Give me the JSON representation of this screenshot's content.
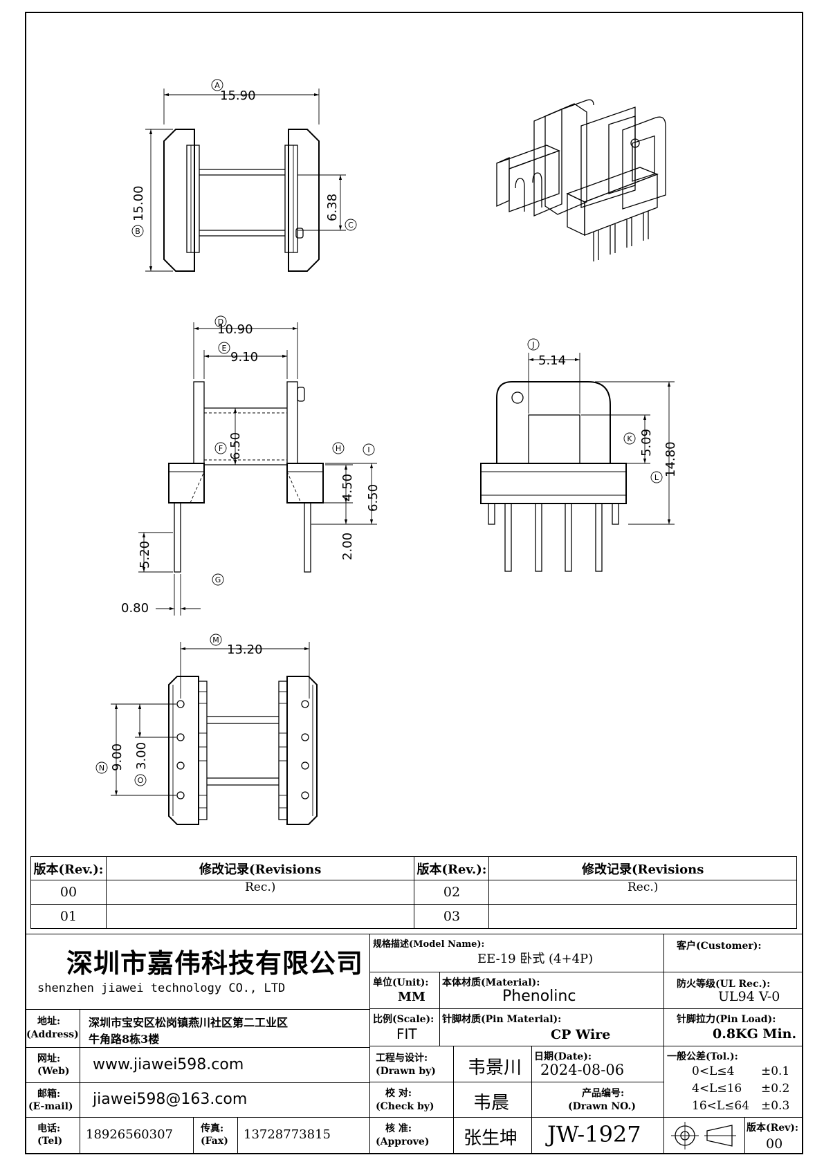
{
  "drawing": {
    "dims": {
      "A": "15.90",
      "B": "15.00",
      "C": "6.38",
      "D": "10.90",
      "E": "9.10",
      "F": "6.50",
      "H": "4.50",
      "I": "6.50",
      "G_left": "5.20",
      "G_right": "2.00",
      "pin_w": "0.80",
      "J": "5.14",
      "K": "5.09",
      "L": "14.80",
      "M": "13.20",
      "N": "9.00",
      "O": "3.00"
    },
    "callouts": [
      "A",
      "B",
      "C",
      "D",
      "E",
      "F",
      "G",
      "H",
      "I",
      "J",
      "K",
      "L",
      "M",
      "N",
      "O"
    ]
  },
  "revisions": {
    "col_rev": "版本(Rev.):",
    "col_record": "修改记录(Revisions",
    "rows": [
      {
        "rev_left": "00",
        "rec_left": "Rec.)",
        "rev_right": "02",
        "rec_right": "Rec.)"
      },
      {
        "rev_left": "01",
        "rec_left": "",
        "rev_right": "03",
        "rec_right": ""
      }
    ]
  },
  "title_block": {
    "company_cn": "深圳市嘉伟科技有限公司",
    "company_en": "shenzhen  jiawei  technology  CO., LTD",
    "address_label": "地址:",
    "address_label_en": "(Address)",
    "address_line1": "深圳市宝安区松岗镇燕川社区第二工业区",
    "address_line2": "牛角路8栋3楼",
    "web_label": "网址:",
    "web_label_en": "(Web)",
    "web": "www.jiawei598.com",
    "email_label": "邮箱:",
    "email_label_en": "(E-mail)",
    "email": "jiawei598@163.com",
    "tel_label": "电话:",
    "tel_label_en": "(Tel)",
    "tel": "18926560307",
    "fax_label": "传真:",
    "fax_label_en": "(Fax)",
    "fax": "13728773815",
    "model_label": "规格描述(Model Name):",
    "model": "EE-19 卧式 (4+4P)",
    "customer_label": "客户(Customer):",
    "unit_label": "单位(Unit):",
    "unit": "MM",
    "material_label": "本体材质(Material):",
    "material": "Phenolinc",
    "ul_label": "防火等级(UL Rec.):",
    "ul": "UL94 V-0",
    "scale_label": "比例(Scale):",
    "scale": "FIT",
    "pin_material_label": "针脚材质(Pin Material):",
    "pin_material": "CP Wire",
    "pin_load_label": "针脚拉力(Pin Load):",
    "pin_load": "0.8KG Min.",
    "drawn_label": "工程与设计:",
    "drawn_label_en": "(Drawn by)",
    "drawn_by": "韦景川",
    "date_label": "日期(Date):",
    "date": "2024-08-06",
    "tol_label": "一般公差(Tol.):",
    "tol": [
      {
        "range": "0<L≤4",
        "value": "±0.1"
      },
      {
        "range": "4<L≤16",
        "value": "±0.2"
      },
      {
        "range": "16<L≤64",
        "value": "±0.3"
      }
    ],
    "check_label": "校  对:",
    "check_label_en": "(Check by)",
    "check_by": "韦晨",
    "drawing_no_label": "产品编号:",
    "drawing_no_label_en": "(Drawn NO.)",
    "approve_label": "核  准:",
    "approve_label_en": "(Approve)",
    "approve_by": "张生坤",
    "drawing_no": "JW-1927",
    "version_label": "版本(Rev):",
    "version": "00"
  }
}
